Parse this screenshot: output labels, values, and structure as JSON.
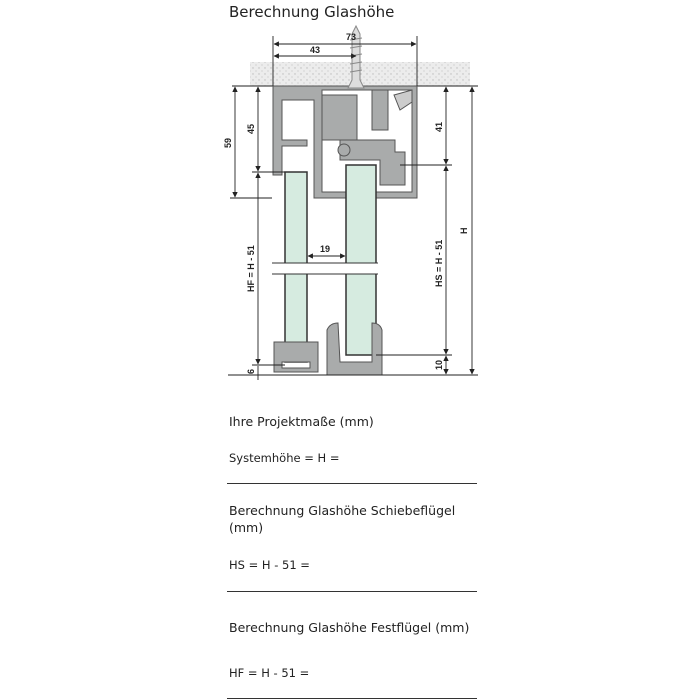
{
  "title": "Berechnung Glashöhe",
  "diagram": {
    "dim_total_width": "73",
    "dim_screw_offset": "43",
    "dim_59": "59",
    "dim_45": "45",
    "dim_41": "41",
    "dim_H": "H",
    "dim_HF": "HF = H - 51",
    "dim_HS": "HS = H - 51",
    "dim_19": "19",
    "dim_6": "6",
    "dim_10": "10"
  },
  "form": {
    "project_heading": "Ihre Projektmaße (mm)",
    "system_height_label": "Systemhöhe = H =",
    "sliding_heading_line1": "Berechnung Glashöhe Schiebeflügel",
    "sliding_heading_line2": "(mm)",
    "sliding_formula": "HS = H - 51 =",
    "fixed_heading": "Berechnung Glashöhe Festflügel (mm)",
    "fixed_formula": "HF = H - 51 ="
  },
  "colors": {
    "profile": "#a9abab",
    "glass": "#d6ebe0",
    "ceiling": "#e6e6e6"
  }
}
